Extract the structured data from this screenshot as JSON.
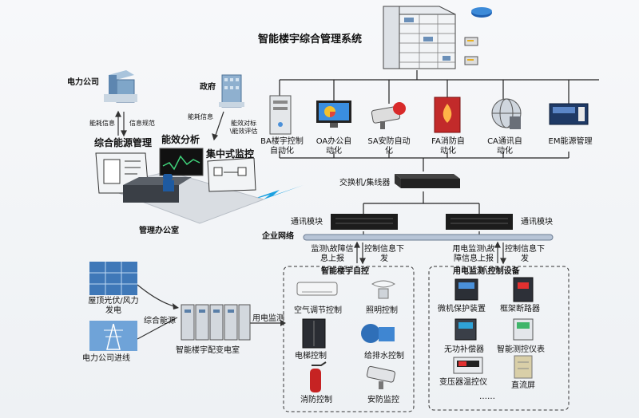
{
  "top": {
    "title": "智能楼宇综合管理系统"
  },
  "subsystems": [
    "BA楼宇控制自动化",
    "OA办公自动化",
    "SA安防自动化",
    "FA消防自动化",
    "CA通讯自动化",
    "EM能源管理"
  ],
  "network": {
    "switch_label": "交换机/集线器",
    "comm_module_left": "通讯模块",
    "comm_module_right": "通讯模块",
    "enterprise_label": "企业网络",
    "report_left": "监测\\故障信息上报",
    "control_left": "控制信息下发",
    "report_right": "用电监测\\故障信息上报",
    "control_right": "控制信息下发"
  },
  "left": {
    "power_company": "电力公司",
    "energy_info": "能耗信息",
    "info_standard": "信息规范",
    "government": "政府",
    "gov_energy_info": "能耗信息",
    "gov_eval": "能效对标\\能效评估"
  },
  "office": {
    "integrated_energy": "综合能源管理",
    "efficiency_analysis": "能效分析",
    "centralized_monitor": "集中式监控",
    "label": "管理办公室"
  },
  "energy": {
    "solar_wind": "屋顶光伏/风力发电",
    "grid_input": "电力公司进线",
    "integrated_source": "综合能源",
    "substation": "智能楼宇配变电室",
    "power_monitoring": "用电监测"
  },
  "building_control": {
    "title": "智能楼宇自控",
    "items": [
      "空气调节控制",
      "照明控制",
      "电梯控制",
      "给排水控制",
      "消防控制",
      "安防监控"
    ]
  },
  "power_devices": {
    "title": "用电监测\\控制设备",
    "items": [
      "微机保护装置",
      "框架断路器",
      "无功补偿器",
      "智能测控仪表",
      "变压器温控仪",
      "直流屏"
    ],
    "more": "……"
  }
}
